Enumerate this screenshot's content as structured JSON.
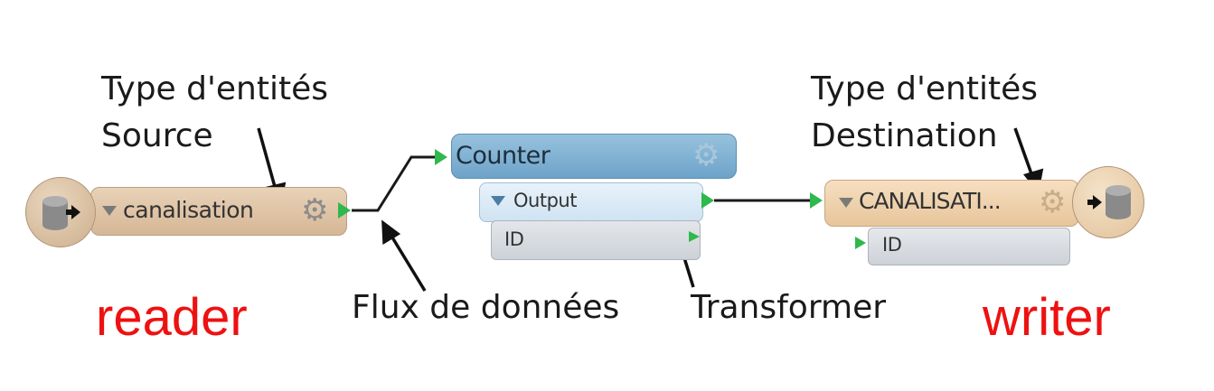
{
  "annotations": {
    "source_line1": "Type d'entités",
    "source_line2": "Source",
    "dest_line1": "Type d'entités",
    "dest_line2": "Destination",
    "flux": "Flux de données",
    "transformer": "Transformer",
    "reader": "reader",
    "writer": "writer"
  },
  "reader_feature": {
    "name": "canalisation",
    "icon": "database-reader-icon"
  },
  "transformer": {
    "name": "Counter",
    "output_port": "Output",
    "attribute": "ID"
  },
  "writer_feature": {
    "name": "CANALISATI...",
    "attribute": "ID",
    "icon": "database-writer-icon"
  },
  "colors": {
    "label_red": "#ee1111",
    "port_green": "#2fb84c",
    "transformer_blue": "#6ea3c9",
    "feature_tan": "#d5b796"
  }
}
